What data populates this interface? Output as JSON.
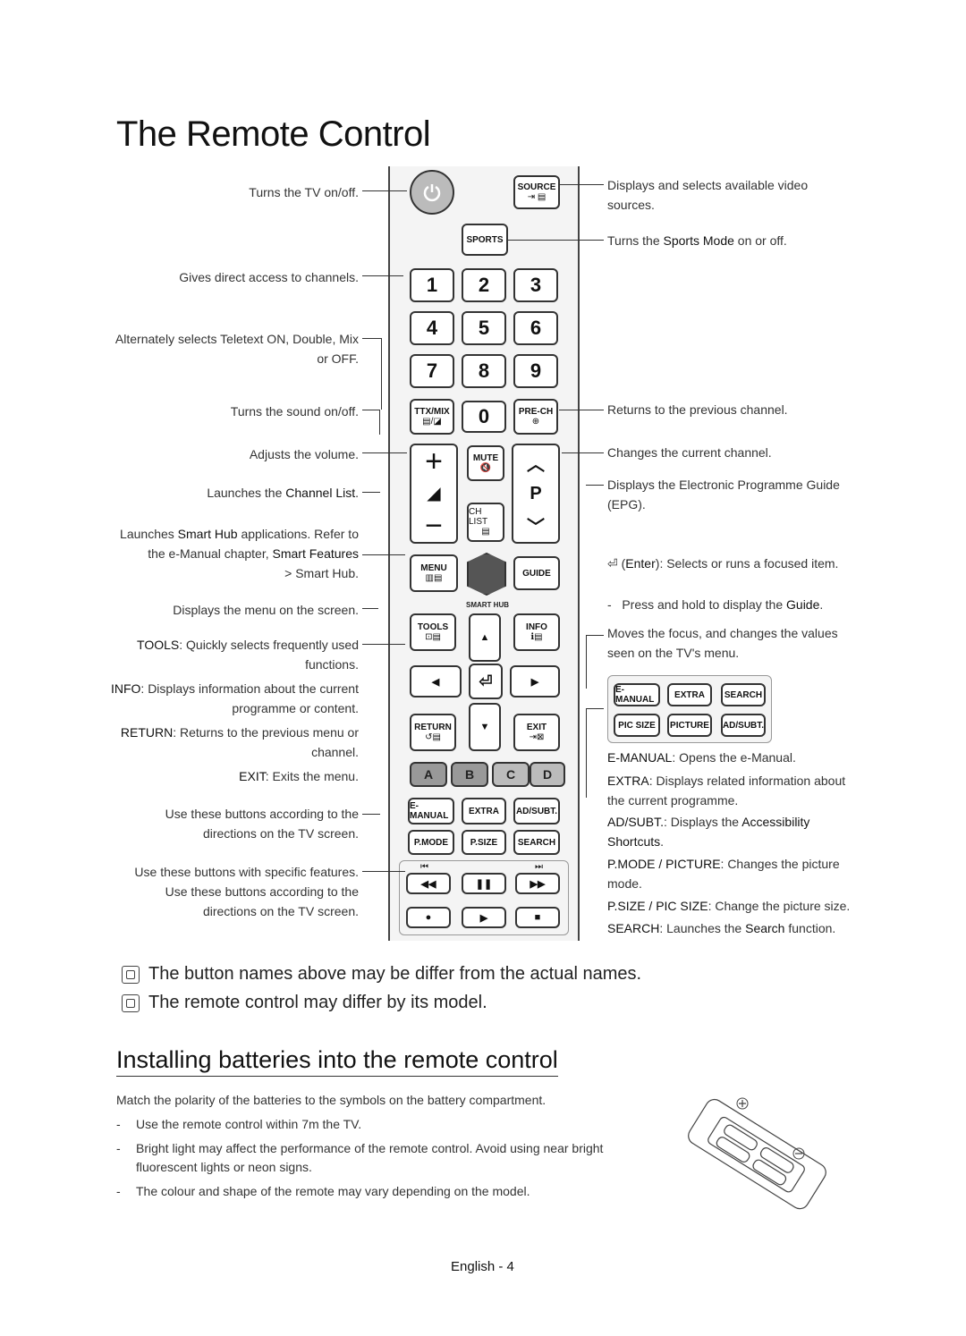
{
  "title": "The Remote Control",
  "left_labels": {
    "power": "Turns the TV on/off.",
    "numbers": "Gives direct access to channels.",
    "ttx": "Alternately selects Teletext ON, Double, Mix or OFF.",
    "mute": "Turns the sound on/off.",
    "volume": "Adjusts the volume.",
    "chlist_pre": "Launches the",
    "chlist_term": "Channel List",
    "smarthub_pre": "Launches",
    "smarthub_term": "Smart Hub",
    "smarthub_post": "applications. Refer to the e-Manual chapter,",
    "smarthub_feat": "Smart Features",
    "smarthub_path": "> Smart Hub.",
    "menu": "Displays the menu on the screen.",
    "tools_key": "TOOLS",
    "tools": ": Quickly selects frequently used functions.",
    "info_key": "INFO",
    "info": ": Displays information about the current programme or content.",
    "return_key": "RETURN",
    "return": ": Returns to the previous menu or channel.",
    "exit_key": "EXIT",
    "exit": ": Exits the menu.",
    "color": "Use these buttons according to the directions on the TV screen.",
    "special1": "Use these buttons with specific features.",
    "special2": "Use these buttons according to the directions on the TV screen."
  },
  "right_labels": {
    "source": "Displays and selects available video sources.",
    "sports_pre": "Turns the",
    "sports_term": "Sports Mode",
    "sports_post": "on or off.",
    "prech": "Returns to the previous channel.",
    "channel": "Changes the current channel.",
    "epg": "Displays the Electronic Programme Guide (EPG).",
    "enter_key": "Enter",
    "enter": ": Selects or runs a focused item.",
    "enter_sub_pre": "Press and hold to display the",
    "enter_sub_term": "Guide",
    "arrows": "Moves the focus, and changes the values seen on the TV's menu.",
    "emanual_key": "E-MANUAL",
    "emanual": ": Opens the e-Manual.",
    "extra_key": "EXTRA",
    "extra": ": Displays related information about the current programme.",
    "adsubt_key": "AD/SUBT.",
    "adsubt_pre": ": Displays the",
    "adsubt_term": "Accessibility Shortcuts",
    "pmode_key": "P.MODE / PICTURE",
    "pmode": ": Changes the picture mode.",
    "psize_key": "P.SIZE / PIC SIZE",
    "psize": ": Change the picture size.",
    "search_key": "SEARCH",
    "search_pre": ": Launches the",
    "search_term": "Search",
    "search_post": "function."
  },
  "remote": {
    "source": "SOURCE",
    "sports": "SPORTS",
    "digits": [
      "1",
      "2",
      "3",
      "4",
      "5",
      "6",
      "7",
      "8",
      "9",
      "0"
    ],
    "ttx": "TTX/MIX",
    "prech": "PRE-CH",
    "mute": "MUTE",
    "chlist": "CH LIST",
    "p": "P",
    "menu": "MENU",
    "smarthub": "SMART HUB",
    "guide": "GUIDE",
    "tools": "TOOLS",
    "info": "INFO",
    "return": "RETURN",
    "exit": "EXIT",
    "colors": [
      "A",
      "B",
      "C",
      "D"
    ],
    "emanual": "E-MANUAL",
    "extra": "EXTRA",
    "adsubt": "AD/SUBT.",
    "pmode": "P.MODE",
    "psize": "P.SIZE",
    "search": "SEARCH"
  },
  "popup": {
    "emanual": "E-MANUAL",
    "extra": "EXTRA",
    "search": "SEARCH",
    "picsize": "PIC SIZE",
    "picture": "PICTURE",
    "adsubt": "AD/SUBT."
  },
  "notes": [
    "The button names above may be differ from the actual names.",
    "The remote control may differ by its model."
  ],
  "battery": {
    "heading": "Installing batteries into the remote control",
    "intro": "Match the polarity of the batteries to the symbols on the battery compartment.",
    "bullets": [
      "Use the remote control within 7m the TV.",
      "Bright light may affect the performance of the remote control. Avoid using near bright fluorescent lights or neon signs.",
      "The colour and shape of the remote may vary depending on the model."
    ]
  },
  "footer": "English - 4"
}
